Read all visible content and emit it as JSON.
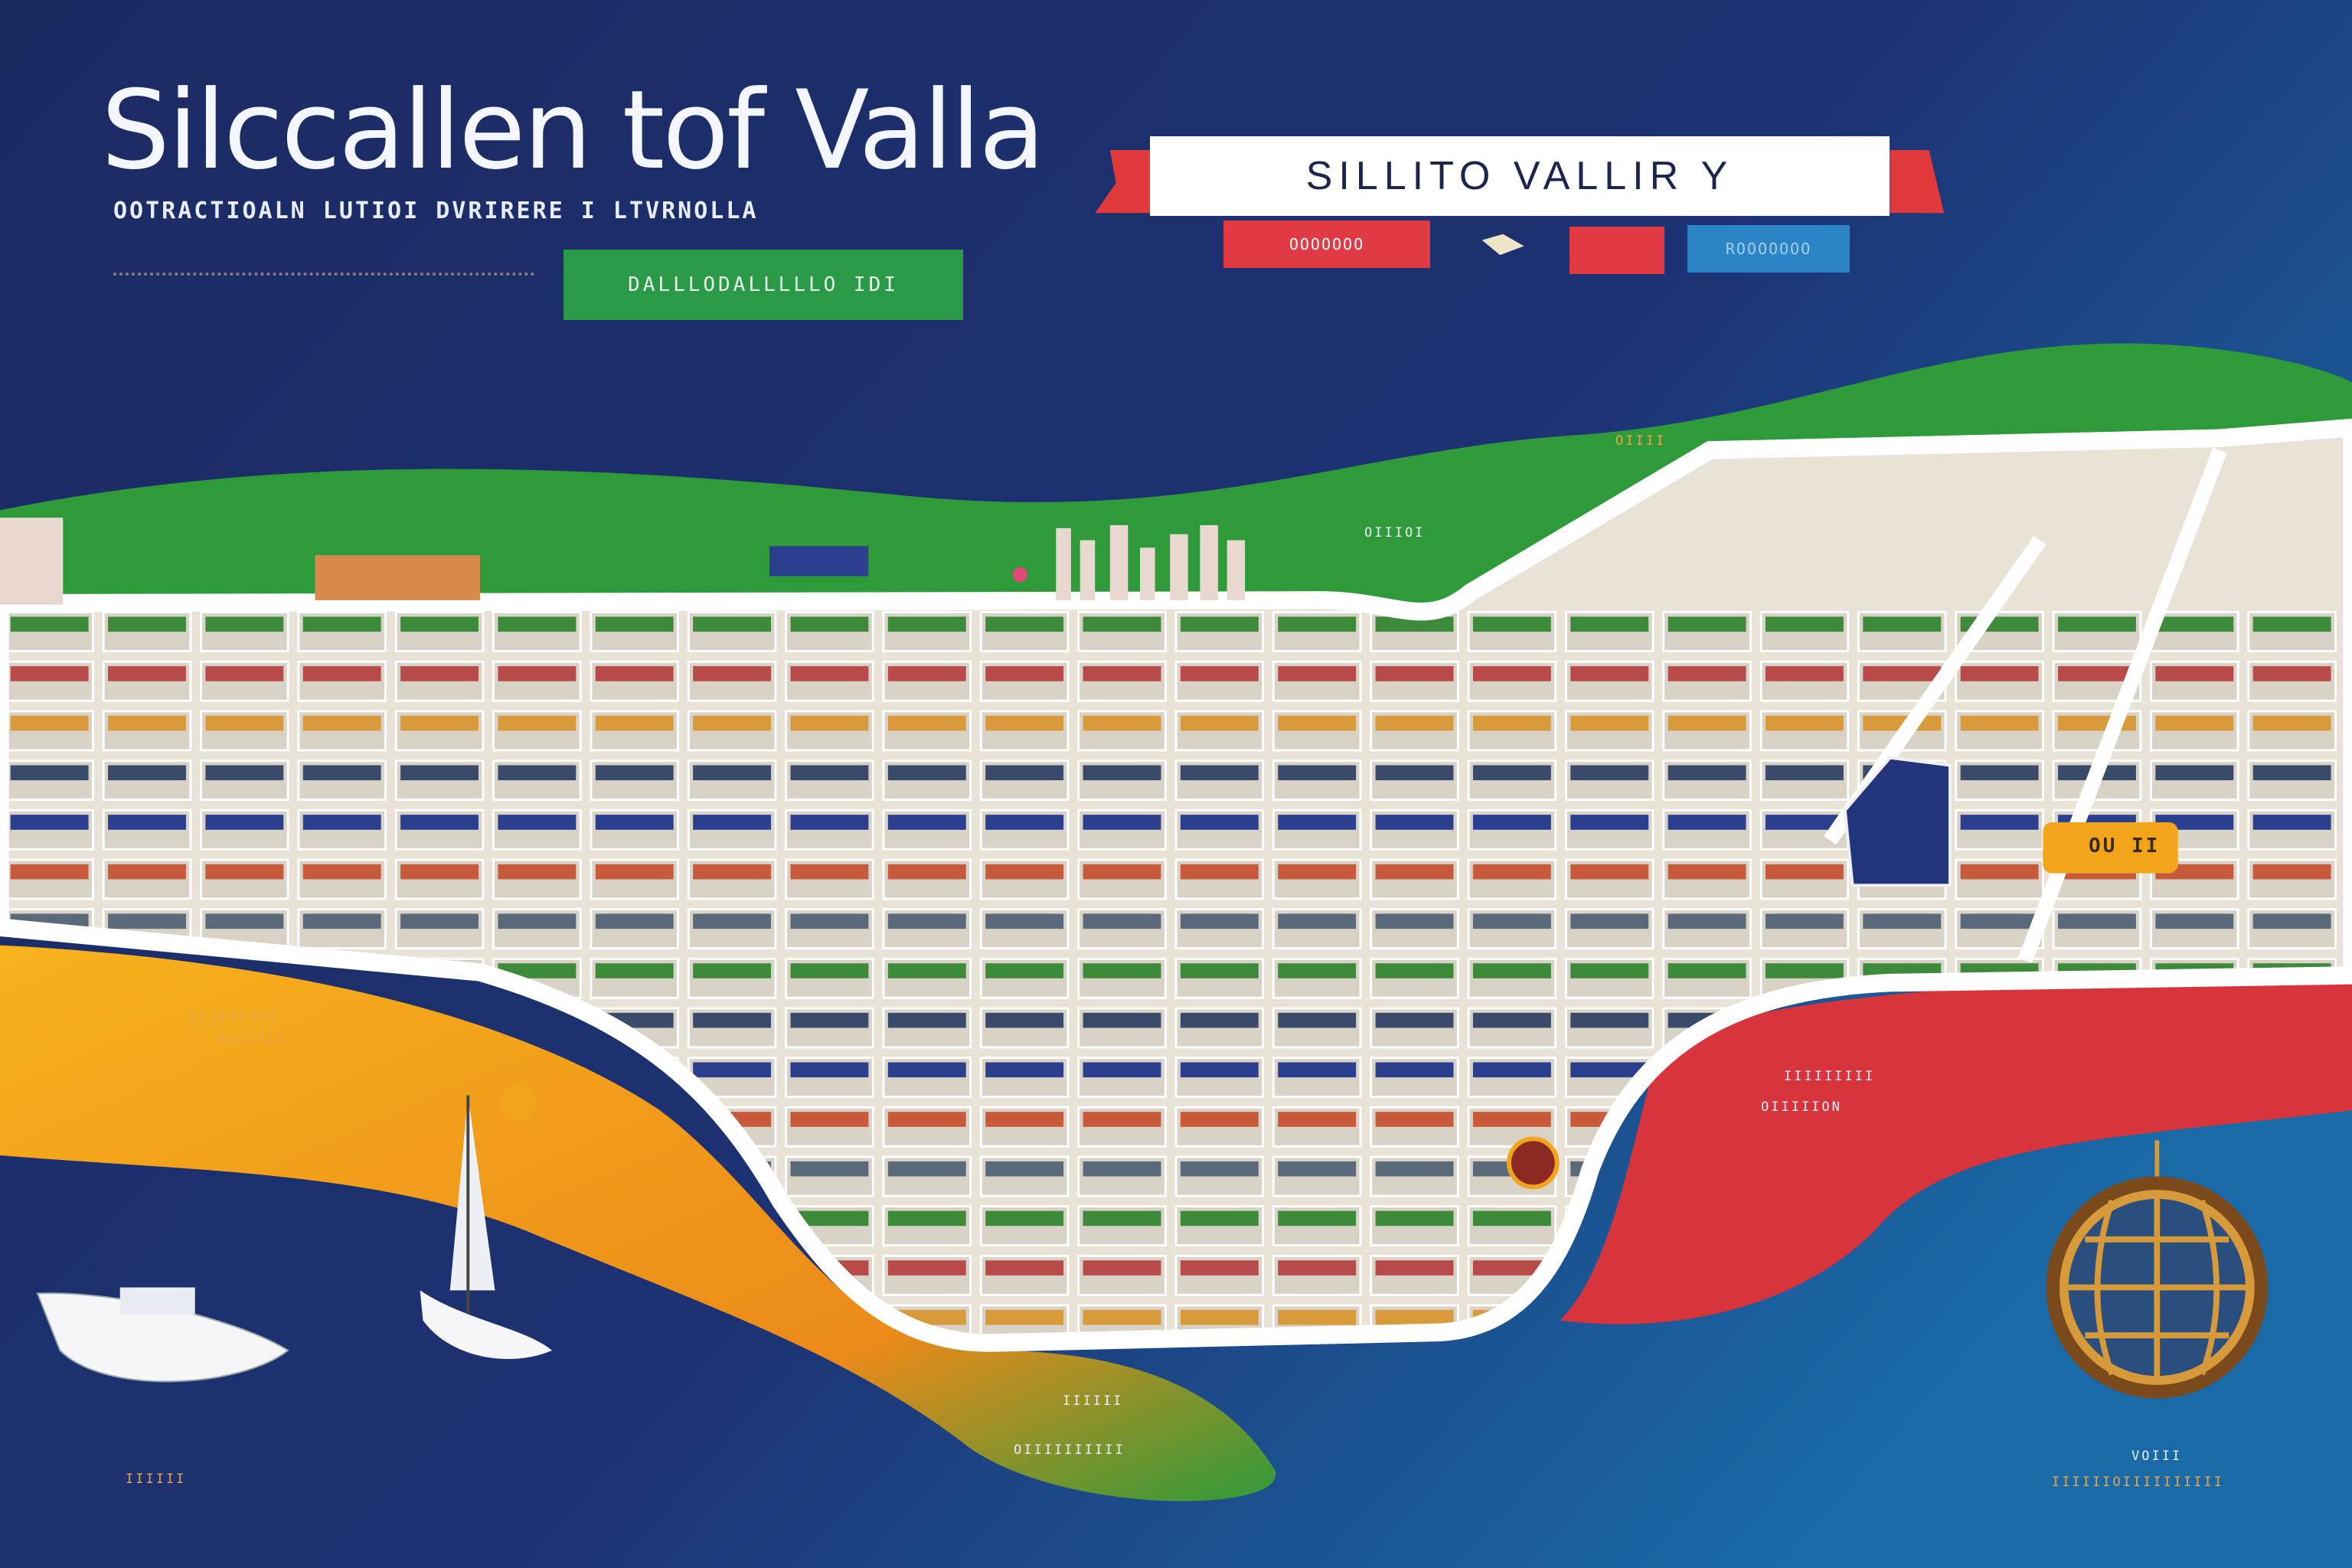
{
  "header": {
    "title": "Silccallen tof Valla",
    "subtitle": "OOTRACTIOALN LUTIOI DVRIRERE I LTVRNOLLA",
    "green_button": "DALLLODALLLLLO  IDI"
  },
  "banner": {
    "title": "SILLITO VALLIR Y",
    "tags": [
      "OOOOOOO",
      "",
      "ROOOOOOO"
    ]
  },
  "map_labels": {
    "district_badge": "OU II",
    "sign_1": "OIIIOI",
    "sign_2": "OIIII",
    "left_label_1": "IIIIIIIII",
    "left_label_2": "OIIIIII",
    "right_label_1": "IIIIIIIII",
    "right_label_2": "OIIIIION",
    "bottom_label_1": "IIIIII",
    "bottom_label_2": "OIIIIIIIIII",
    "corner_label": "IIIIII",
    "globe_label_1": "VOIII",
    "globe_label_2": "IIIIIIOIIIIIIIIII"
  },
  "colors": {
    "background": "#1c2a62",
    "green": "#2f9a3a",
    "yellow": "#f2a51a",
    "red": "#d7343c",
    "road": "#ffffff"
  }
}
